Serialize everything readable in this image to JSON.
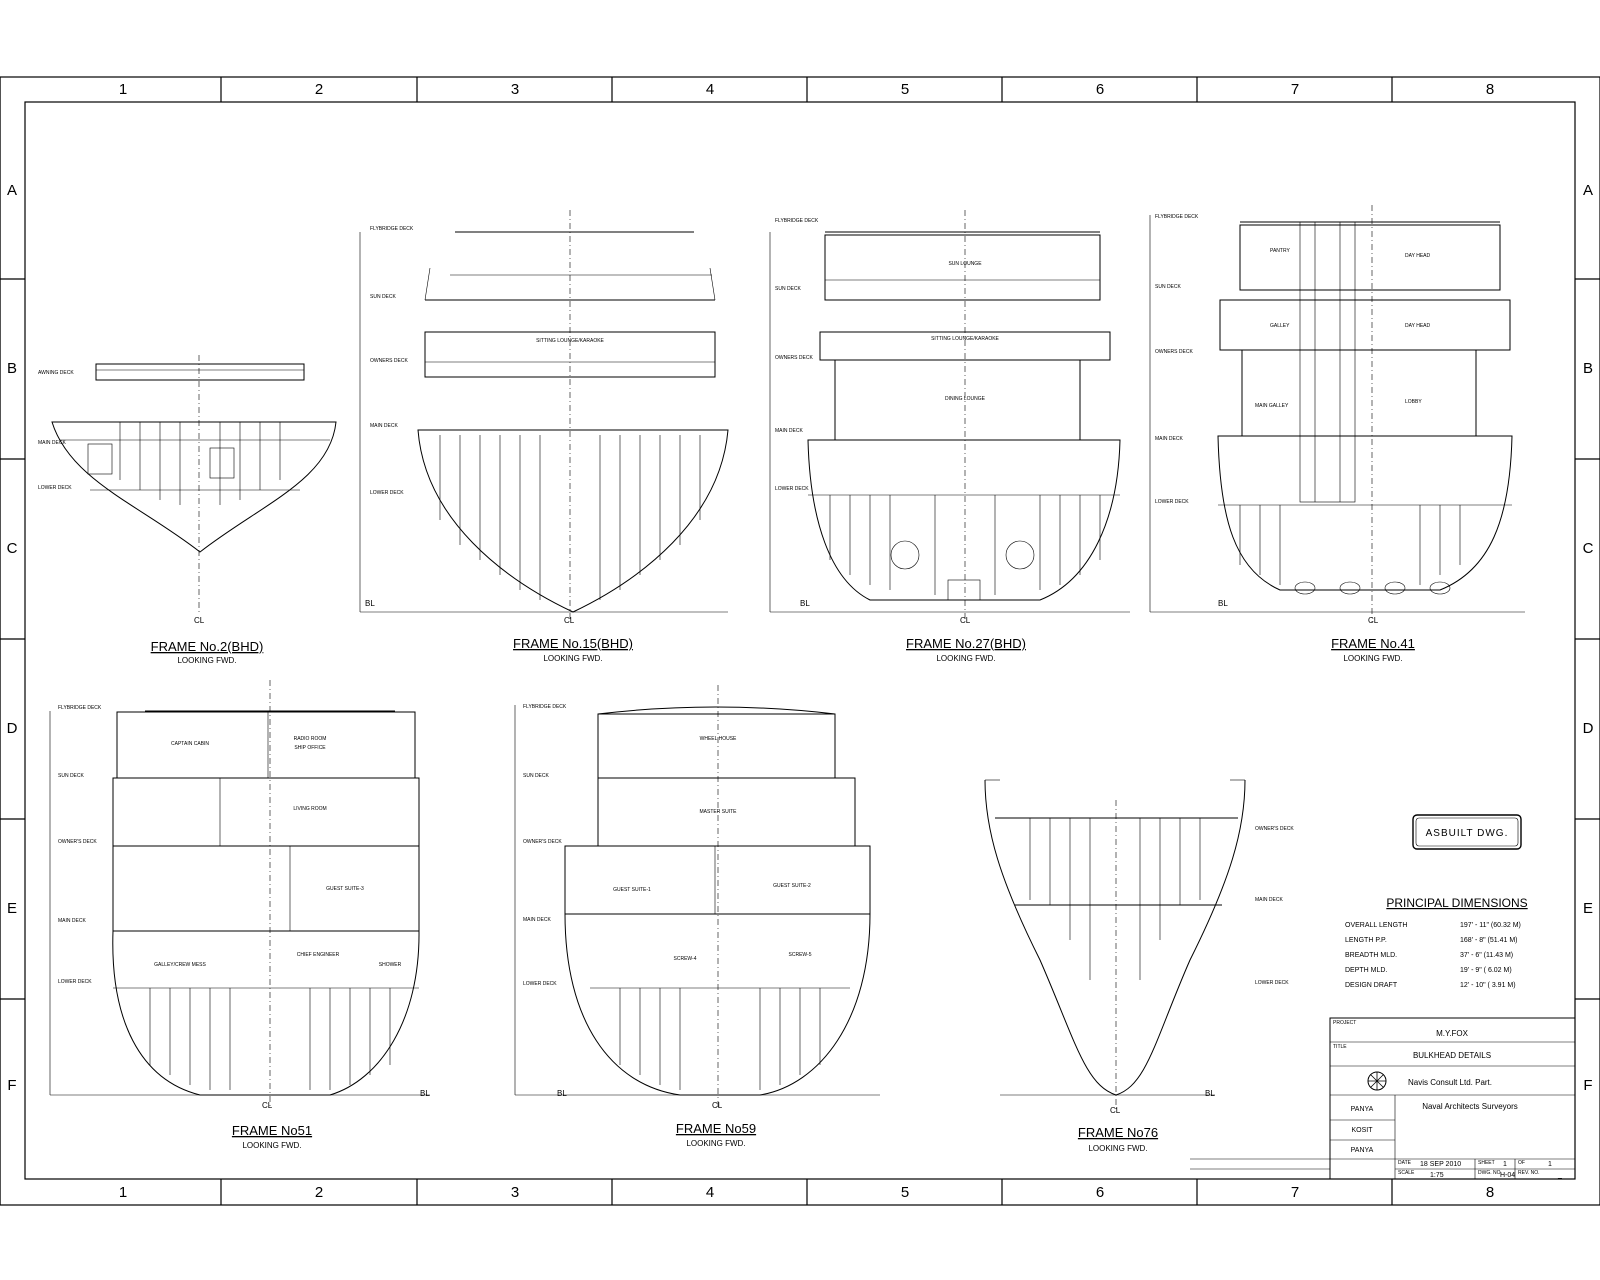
{
  "drawing": {
    "zones_x": [
      "1",
      "2",
      "3",
      "4",
      "5",
      "6",
      "7",
      "8"
    ],
    "zones_y": [
      "A",
      "B",
      "C",
      "D",
      "E",
      "F"
    ],
    "stamp": "ASBUILT DWG."
  },
  "sections": [
    {
      "key": "f2",
      "title": "FRAME No.2(BHD)",
      "subtitle": "LOOKING FWD.",
      "decks": [
        "AWNING DECK",
        "MAIN DECK",
        "LOWER DECK"
      ],
      "rooms": []
    },
    {
      "key": "f15",
      "title": "FRAME No.15(BHD)",
      "subtitle": "LOOKING FWD.",
      "decks": [
        "FLYBRIDGE DECK",
        "SUN DECK",
        "OWNERS DECK",
        "MAIN DECK",
        "LOWER DECK"
      ],
      "rooms": [
        "SITTING LOUNGE/KARAOKE"
      ]
    },
    {
      "key": "f27",
      "title": "FRAME No.27(BHD)",
      "subtitle": "LOOKING FWD.",
      "decks": [
        "FLYBRIDGE DECK",
        "SUN DECK",
        "OWNERS DECK",
        "MAIN DECK",
        "LOWER DECK"
      ],
      "rooms": [
        "SUN LOUNGE",
        "SITTING LOUNGE/KARAOKE",
        "DINING LOUNGE"
      ]
    },
    {
      "key": "f41",
      "title": "FRAME No.41",
      "subtitle": "LOOKING FWD.",
      "decks": [
        "FLYBRIDGE DECK",
        "SUN DECK",
        "OWNERS DECK",
        "MAIN DECK",
        "LOWER DECK"
      ],
      "rooms": [
        "PANTRY",
        "DAY HEAD",
        "GALLEY",
        "DAY HEAD",
        "MAIN GALLEY",
        "LOBBY"
      ]
    },
    {
      "key": "f51",
      "title": "FRAME No51",
      "subtitle": "LOOKING FWD.",
      "decks": [
        "FLYBRIDGE DECK",
        "SUN DECK",
        "OWNER'S DECK",
        "MAIN DECK",
        "LOWER DECK"
      ],
      "rooms": [
        "CAPTAIN CABIN",
        "RADIO ROOM",
        "SHIP OFFICE",
        "LIVING ROOM",
        "GUEST SUITE-3",
        "GALLEY/CREW MESS",
        "CHIEF ENGINEER",
        "SHOWER"
      ]
    },
    {
      "key": "f59",
      "title": "FRAME No59",
      "subtitle": "LOOKING FWD.",
      "decks": [
        "FLYBRIDGE DECK",
        "SUN DECK",
        "OWNER'S DECK",
        "MAIN DECK",
        "LOWER DECK"
      ],
      "rooms": [
        "WHEEL HOUSE",
        "MASTER SUITE",
        "GUEST SUITE-1",
        "GUEST SUITE-2",
        "SCREW-4",
        "SCREW-5"
      ]
    },
    {
      "key": "f76",
      "title": "FRAME No76",
      "subtitle": "LOOKING FWD.",
      "decks": [
        "OWNER'S DECK",
        "MAIN DECK",
        "LOWER DECK"
      ],
      "rooms": []
    }
  ],
  "principal_dimensions": {
    "heading": "PRINCIPAL DIMENSIONS",
    "rows": [
      {
        "label": "OVERALL LENGTH",
        "value": "197' - 11\" (60.32 M)"
      },
      {
        "label": "LENGTH P.P.",
        "value": "168' - 8\" (51.41 M)"
      },
      {
        "label": "BREADTH MLD.",
        "value": "37' - 6\" (11.43 M)"
      },
      {
        "label": "DEPTH MLD.",
        "value": "19' - 9\" ( 6.02 M)"
      },
      {
        "label": "DESIGN DRAFT",
        "value": "12' - 10\" ( 3.91 M)"
      }
    ]
  },
  "title_block": {
    "project_label": "PROJECT",
    "project": "M.Y.FOX",
    "title_label": "TITLE",
    "title": "BULKHEAD DETAILS",
    "company": "Navis Consult Ltd. Part.",
    "tagline": "Naval Architects Surveyors",
    "designed": "PANYA",
    "drawn": "KOSIT",
    "checked": "PANYA",
    "date_label": "DATE",
    "date": "18 SEP 2010",
    "sheet_label": "SHEET",
    "sheet": "1",
    "of_label": "OF",
    "of": "1",
    "scale_label": "SCALE",
    "scale": "1:75",
    "dwg_label": "DWG. NO.",
    "dwg_no": "H-04",
    "rev_label": "REV. NO.",
    "rev": "_"
  }
}
